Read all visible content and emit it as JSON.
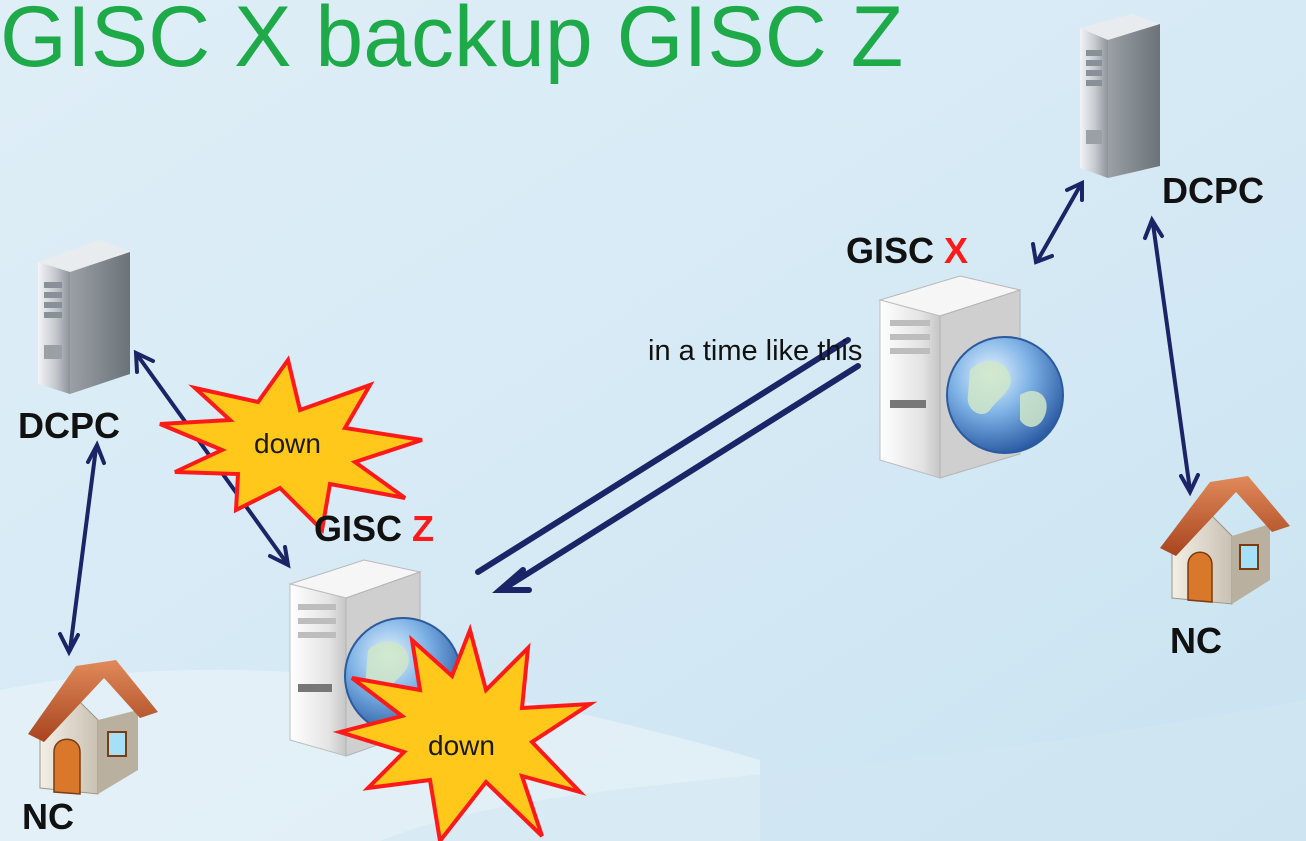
{
  "title": "GISC X  backup GISC Z",
  "labels": {
    "dcpc_right": "DCPC",
    "dcpc_left": "DCPC",
    "nc_right": "NC",
    "nc_left": "NC",
    "gisc_x_prefix": "GISC",
    "gisc_x_letter": "X",
    "gisc_z_prefix": "GISC",
    "gisc_z_letter": "Z",
    "annotation": "in a time like this",
    "down_1": "down",
    "down_2": "down"
  },
  "icons": [
    "tower-server-icon",
    "globe-server-icon",
    "house-icon",
    "explosion-burst-icon",
    "double-arrow-icon"
  ],
  "colors": {
    "title": "#1faa4a",
    "accent_letter": "#ff1a1a",
    "arrow": "#1a2466",
    "burst_fill": "#ffc81a",
    "burst_stroke": "#ff1a1a"
  }
}
